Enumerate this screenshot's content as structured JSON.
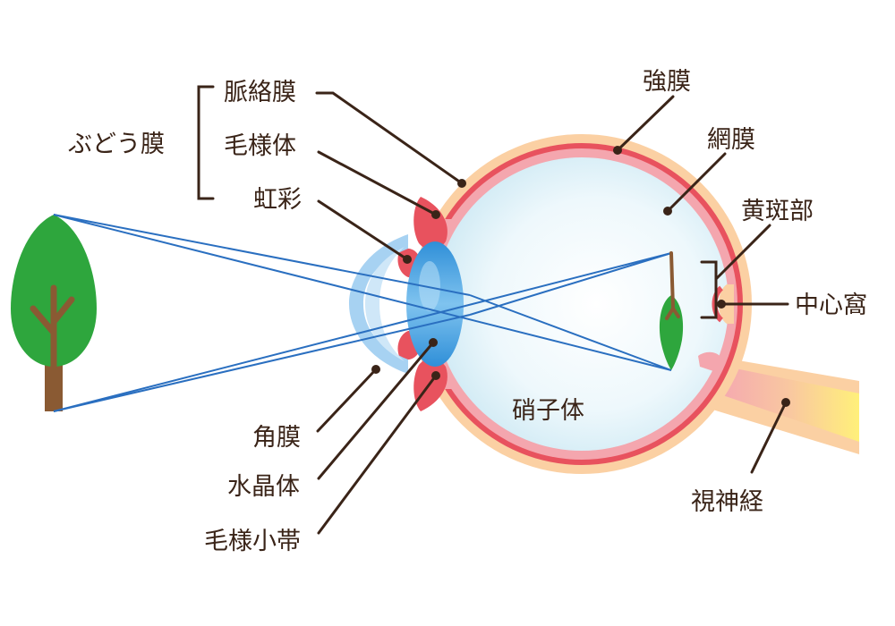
{
  "labels": {
    "uvea": "ぶどう膜",
    "choroid": "脈絡膜",
    "ciliary_body": "毛様体",
    "iris": "虹彩",
    "sclera": "強膜",
    "retina": "網膜",
    "macula": "黄斑部",
    "fovea": "中心窩",
    "vitreous": "硝子体",
    "cornea": "角膜",
    "lens": "水晶体",
    "zonule": "毛様小帯",
    "optic_nerve": "視神経"
  },
  "colors": {
    "sclera": "#fbd0a3",
    "choroid": "#e8525e",
    "retina": "#f4a6ae",
    "vitreous": "#dff1f8",
    "cornea": "#a7d2f2",
    "lens": "#4aa3e2",
    "tree_leaves": "#2ea63d",
    "tree_trunk": "#8a5a33",
    "rays": "#2a6fc0",
    "label_text": "#3a2418",
    "optic_nerve_core": "#fff07a"
  }
}
